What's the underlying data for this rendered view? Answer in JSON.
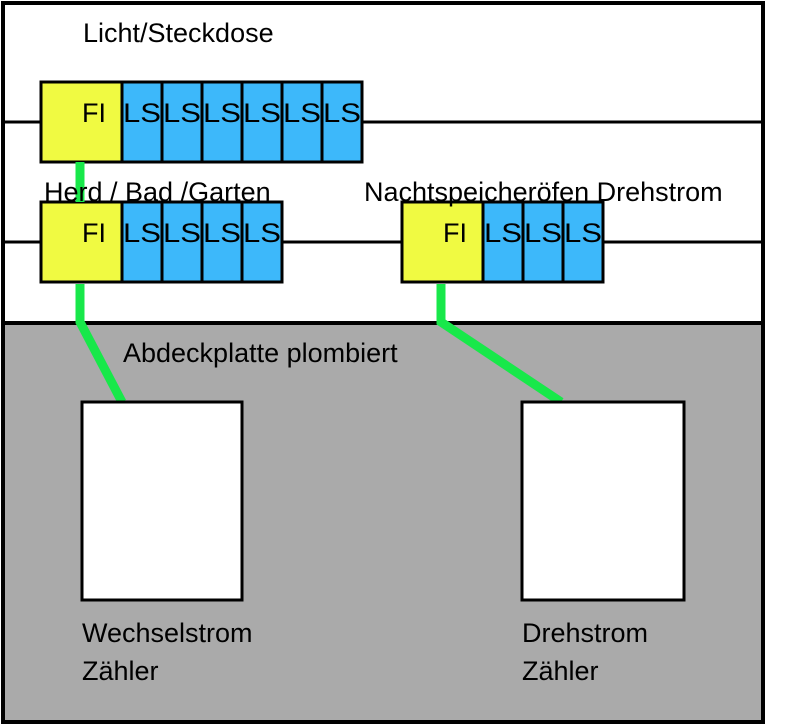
{
  "labels": {
    "row1": "Licht/Steckdose",
    "row2_left": "Herd / Bad /Garten",
    "row2_right": "Nachtspeicheröfen Drehstrom",
    "cover": "Abdeckplatte plombiert",
    "meter_left_line1": "Wechselstrom",
    "meter_left_line2": "Zähler",
    "meter_right_line1": "Drehstrom",
    "meter_right_line2": "Zähler"
  },
  "fi_label": "FI",
  "ls_label": "LS",
  "groups": [
    {
      "id": "licht",
      "ls_count": 6
    },
    {
      "id": "herd",
      "ls_count": 4
    },
    {
      "id": "nachtspeicher",
      "ls_count": 3
    }
  ],
  "colors": {
    "fi": "#f0fa42",
    "ls": "#3db8fa",
    "wire": "#18e84a",
    "cover": "#aaaaaa",
    "frame": "#000000",
    "meter": "#ffffff"
  }
}
